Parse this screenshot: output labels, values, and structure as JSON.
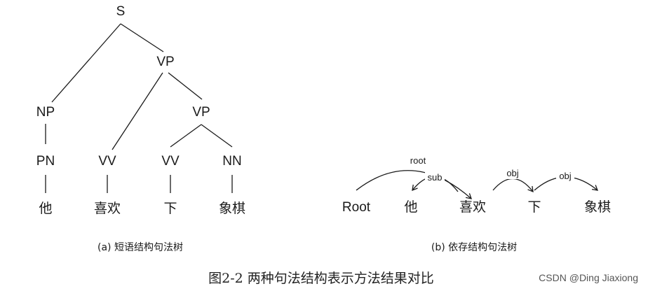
{
  "phrase_tree": {
    "nodes": {
      "s": "S",
      "vp1": "VP",
      "np": "NP",
      "vp2": "VP",
      "pn": "PN",
      "vv1": "VV",
      "vv2": "VV",
      "nn": "NN",
      "w1": "他",
      "w2": "喜欢",
      "w3": "下",
      "w4": "象棋"
    },
    "caption": "(a) 短语结构句法树"
  },
  "dependency_tree": {
    "words": {
      "root": "Root",
      "w1": "他",
      "w2": "喜欢",
      "w3": "下",
      "w4": "象棋"
    },
    "arcs": {
      "root": "root",
      "sub": "sub",
      "obj1": "obj",
      "obj2": "obj"
    },
    "caption": "(b) 依存结构句法树"
  },
  "figure_caption": "图2-2 两种句法结构表示方法结果对比",
  "watermark": "CSDN @Ding Jiaxiong"
}
